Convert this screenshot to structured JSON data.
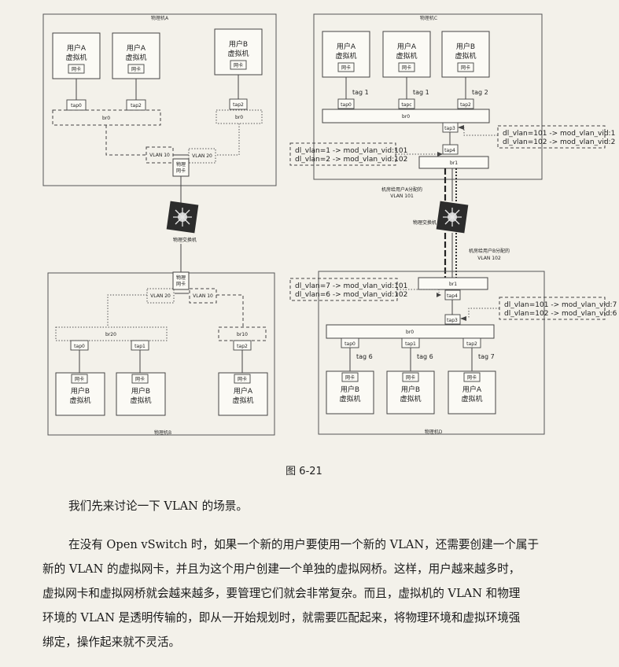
{
  "diagram": {
    "host_a": {
      "title": "物理机A",
      "vms": [
        {
          "line1": "用户A",
          "line2": "虚拟机",
          "nic": "网卡",
          "tap": "tap0"
        },
        {
          "line1": "用户A",
          "line2": "虚拟机",
          "nic": "网卡",
          "tap": "tap2"
        },
        {
          "line1": "用户B",
          "line2": "虚拟机",
          "nic": "网卡",
          "tap": "tap2"
        }
      ],
      "bridges": [
        "br0",
        "br0"
      ],
      "vlans": [
        "VLAN 10",
        "VLAN 20"
      ],
      "phys_nic": [
        "物理",
        "网卡"
      ]
    },
    "switch_left": "物理交换机",
    "host_b": {
      "title": "物理机B",
      "phys_nic": [
        "物理",
        "网卡"
      ],
      "vlans": [
        "VLAN 20",
        "VLAN 10"
      ],
      "bridges": [
        "br20",
        "br10"
      ],
      "vms": [
        {
          "line1": "用户B",
          "line2": "虚拟机",
          "nic": "网卡",
          "tap": "tap0"
        },
        {
          "line1": "用户B",
          "line2": "虚拟机",
          "nic": "网卡",
          "tap": "tap1"
        },
        {
          "line1": "用户A",
          "line2": "虚拟机",
          "nic": "网卡",
          "tap": "tap2"
        }
      ]
    },
    "host_c": {
      "title": "物理机C",
      "vms": [
        {
          "line1": "用户A",
          "line2": "虚拟机",
          "nic": "网卡",
          "tap": "tap0",
          "tag": "tag 1"
        },
        {
          "line1": "用户A",
          "line2": "虚拟机",
          "nic": "网卡",
          "tap": "tapc",
          "tag": "tag 1"
        },
        {
          "line1": "用户B",
          "line2": "虚拟机",
          "nic": "网卡",
          "tap": "tap2",
          "tag": "tag 2"
        }
      ],
      "br0": "br0",
      "tap3": "tap3",
      "tap4": "tap4",
      "br1": "br1",
      "flow_left": [
        "dl_vlan=1 -> mod_vlan_vid:101",
        "dl_vlan=2 -> mod_vlan_vid:102"
      ],
      "flow_right": [
        "dl_vlan=101 -> mod_vlan_vid:1",
        "dl_vlan=102 -> mod_vlan_vid:2"
      ]
    },
    "label_vlan101": [
      "机房给用户A分配的",
      "VLAN 101"
    ],
    "switch_right": "物理交换机",
    "label_vlan102": [
      "机房给用户B分配的",
      "VLAN 102"
    ],
    "host_d": {
      "title": "物理机D",
      "br1": "br1",
      "tap4": "tap4",
      "tap3": "tap3",
      "br0": "br0",
      "flow_left": [
        "dl_vlan=7 -> mod_vlan_vid:101",
        "dl_vlan=6 -> mod_vlan_vid:102"
      ],
      "flow_right": [
        "dl_vlan=101 -> mod_vlan_vid:7",
        "dl_vlan=102 -> mod_vlan_vid:6"
      ],
      "vms": [
        {
          "line1": "用户B",
          "line2": "虚拟机",
          "nic": "网卡",
          "tap": "tap0",
          "tag": "tag 6"
        },
        {
          "line1": "用户B",
          "line2": "虚拟机",
          "nic": "网卡",
          "tap": "tap1",
          "tag": "tag 6"
        },
        {
          "line1": "用户A",
          "line2": "虚拟机",
          "nic": "网卡",
          "tap": "tap2",
          "tag": "tag 7"
        }
      ]
    }
  },
  "caption": "图 6-21",
  "para1": "我们先来讨论一下 VLAN 的场景。",
  "para2": [
    "在没有 Open vSwitch 时，如果一个新的用户要使用一个新的 VLAN，还需要创建一个属于",
    "新的 VLAN 的虚拟网卡，并且为这个用户创建一个单独的虚拟网桥。这样，用户越来越多时，",
    "虚拟网卡和虚拟网桥就会越来越多，要管理它们就会非常复杂。而且，虚拟机的 VLAN 和物理",
    "环境的 VLAN 是透明传输的，即从一开始规划时，就需要匹配起来，将物理环境和虚拟环境强",
    "绑定，操作起来就不灵活。"
  ]
}
